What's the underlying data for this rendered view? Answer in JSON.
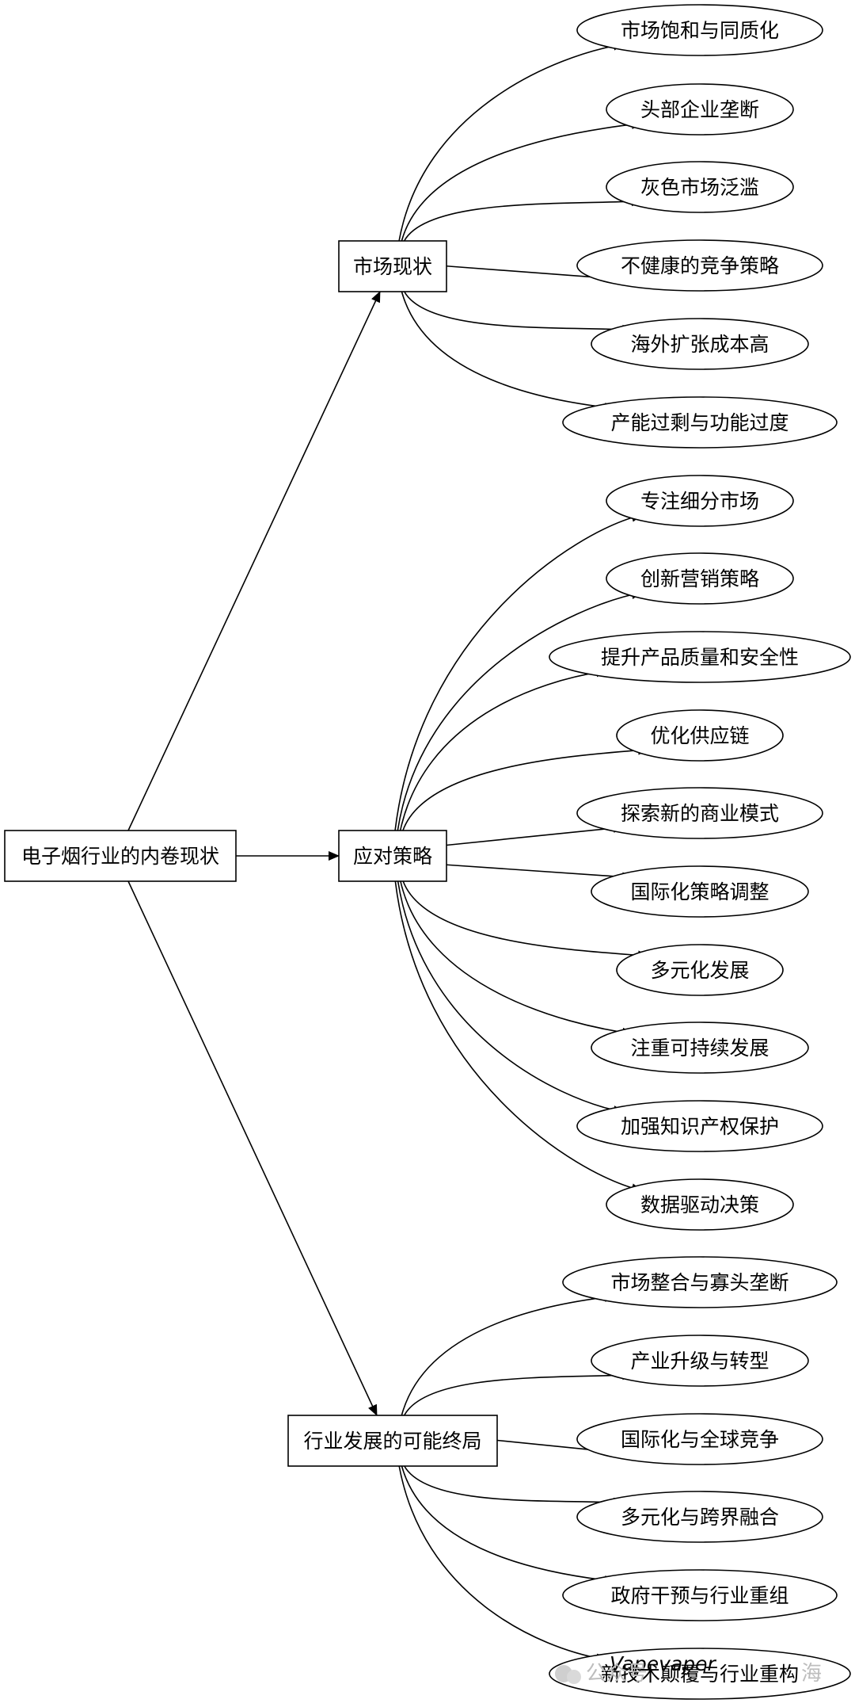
{
  "diagram": {
    "root": "电子烟行业的内卷现状",
    "branches": [
      {
        "label": "市场现状",
        "children": [
          "市场饱和与同质化",
          "头部企业垄断",
          "灰色市场泛滥",
          "不健康的竞争策略",
          "海外扩张成本高",
          "产能过剩与功能过度"
        ]
      },
      {
        "label": "应对策略",
        "children": [
          "专注细分市场",
          "创新营销策略",
          "提升产品质量和安全性",
          "优化供应链",
          "探索新的商业模式",
          "国际化策略调整",
          "多元化发展",
          "注重可持续发展",
          "加强知识产权保护",
          "数据驱动决策"
        ]
      },
      {
        "label": "行业发展的可能终局",
        "children": [
          "市场整合与寡头垄断",
          "产业升级与转型",
          "国际化与全球竞争",
          "多元化与跨界融合",
          "政府干预与行业重组",
          "新技术颠覆与行业重构"
        ]
      }
    ]
  },
  "watermark": {
    "brand": "Vapevaper",
    "account_prefix": "公众号",
    "account_suffix": "海"
  }
}
